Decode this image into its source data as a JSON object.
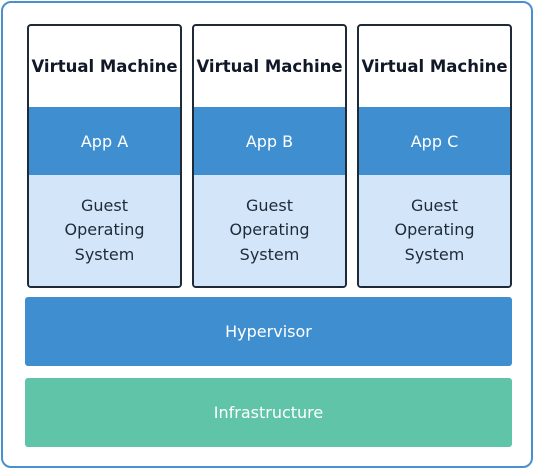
{
  "diagram": {
    "virtual_machines": [
      {
        "title": "Virtual Machine",
        "app": "App A",
        "guest_os": "Guest Operating System"
      },
      {
        "title": "Virtual Machine",
        "app": "App B",
        "guest_os": "Guest Operating System"
      },
      {
        "title": "Virtual Machine",
        "app": "App C",
        "guest_os": "Guest Operating System"
      }
    ],
    "hypervisor": "Hypervisor",
    "infrastructure": "Infrastructure"
  },
  "colors": {
    "frame_border": "#4a90d0",
    "vm_border": "#1f2a38",
    "app_layer": "#3f8fd0",
    "guest_os_layer": "#d3e6f9",
    "hypervisor_layer": "#3f8fd0",
    "infrastructure_layer": "#5fc4a8"
  }
}
